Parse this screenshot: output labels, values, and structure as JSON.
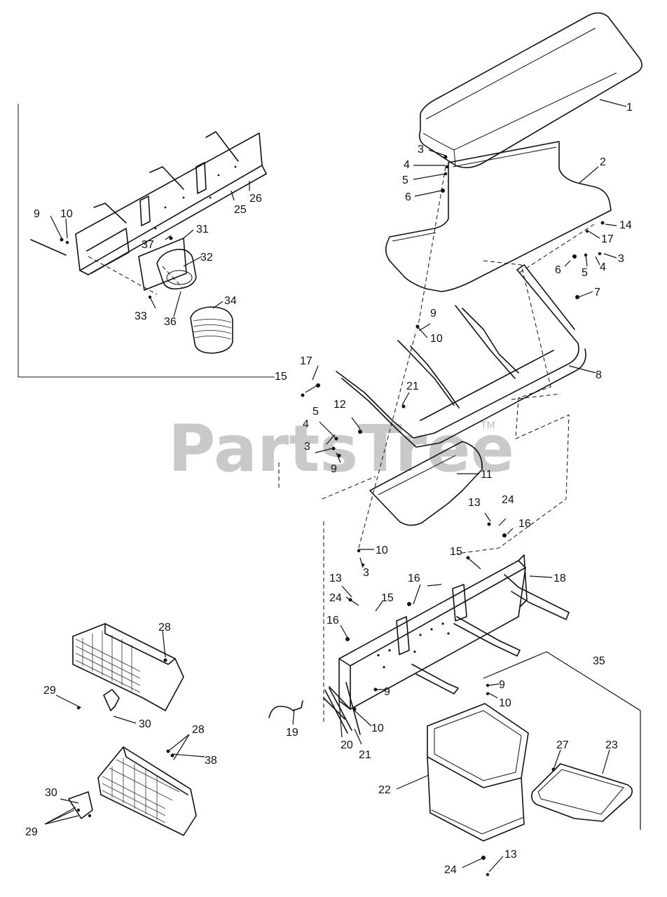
{
  "watermark": {
    "text": "PartsTree",
    "mark": "TM",
    "color": "#c9c9c9"
  },
  "labels": {
    "l1": "1",
    "l2": "2",
    "l3a": "3",
    "l3b": "3",
    "l3c": "3",
    "l3d": "3",
    "l4a": "4",
    "l4b": "4",
    "l4c": "4",
    "l5a": "5",
    "l5b": "5",
    "l5c": "5",
    "l6a": "6",
    "l6b": "6",
    "l7": "7",
    "l8": "8",
    "l9a": "9",
    "l9b": "9",
    "l9c": "9",
    "l9d": "9",
    "l9e": "9",
    "l10a": "10",
    "l10b": "10",
    "l10c": "10",
    "l10d": "10",
    "l10e": "10",
    "l11": "11",
    "l12": "12",
    "l13a": "13",
    "l13b": "13",
    "l13c": "13",
    "l14": "14",
    "l15a": "15",
    "l15b": "15",
    "l15c": "15",
    "l16a": "16",
    "l16b": "16",
    "l16c": "16",
    "l17a": "17",
    "l17b": "17",
    "l18": "18",
    "l19": "19",
    "l20": "20",
    "l21a": "21",
    "l21b": "21",
    "l22": "22",
    "l23": "23",
    "l24a": "24",
    "l24b": "24",
    "l24c": "24",
    "l25": "25",
    "l26": "26",
    "l27": "27",
    "l28a": "28",
    "l28b": "28",
    "l29a": "29",
    "l29b": "29",
    "l30a": "30",
    "l30b": "30",
    "l31": "31",
    "l32": "32",
    "l33": "33",
    "l34": "34",
    "l35": "35",
    "l36": "36",
    "l37": "37",
    "l38": "38"
  }
}
